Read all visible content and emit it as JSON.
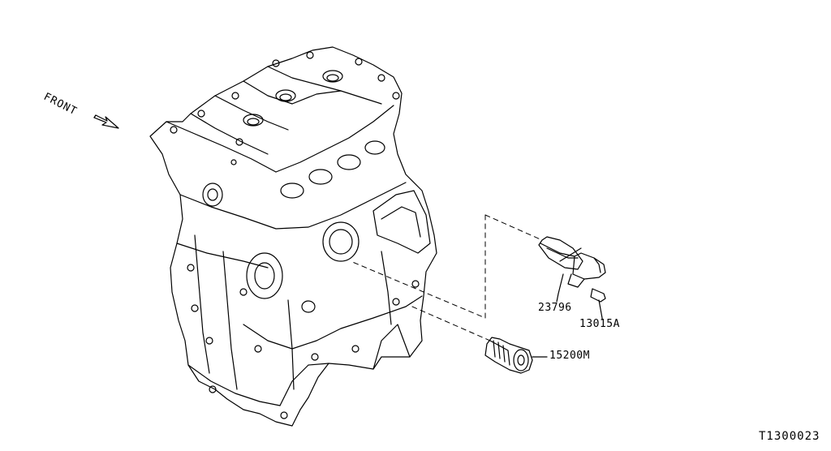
{
  "labels": {
    "front": "FRONT",
    "part_23796": "23796",
    "part_13015A": "13015A",
    "part_15200M": "15200M",
    "diagram_code": "T1300023"
  }
}
